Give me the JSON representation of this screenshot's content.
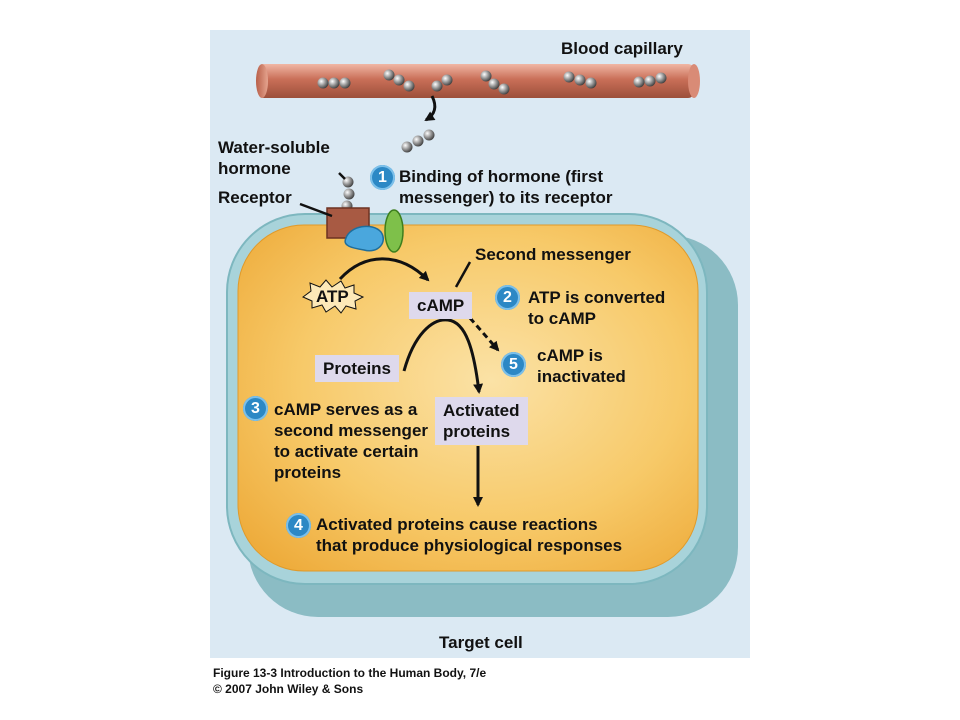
{
  "figure": {
    "blood_capillary": "Blood capillary",
    "water_soluble_hormone": "Water-soluble\nhormone",
    "receptor": "Receptor",
    "target_cell": "Target cell",
    "second_messenger": "Second messenger",
    "atp": "ATP",
    "camp": "cAMP",
    "proteins": "Proteins",
    "activated_proteins": "Activated\nproteins",
    "steps": [
      {
        "number": "1",
        "text": "Binding of hormone (first\nmessenger) to its receptor"
      },
      {
        "number": "2",
        "text": "ATP is converted\nto cAMP"
      },
      {
        "number": "3",
        "text": "cAMP serves as a\nsecond messenger\nto activate certain\nproteins"
      },
      {
        "number": "4",
        "text": "Activated proteins cause reactions\nthat produce physiological responses"
      },
      {
        "number": "5",
        "text": "cAMP is\ninactivated"
      }
    ]
  },
  "caption": {
    "line1": "Figure 13-3 Introduction to the Human Body, 7/e",
    "line2": "© 2007 John Wiley & Sons"
  },
  "colors": {
    "panel_background": "#dbe9f3",
    "capillary": "#c96f58",
    "cytoplasm": "#f7c25a",
    "membrane": "#9fcfd6",
    "badge": "#2c88c5",
    "label_box": "#ded9ec"
  }
}
